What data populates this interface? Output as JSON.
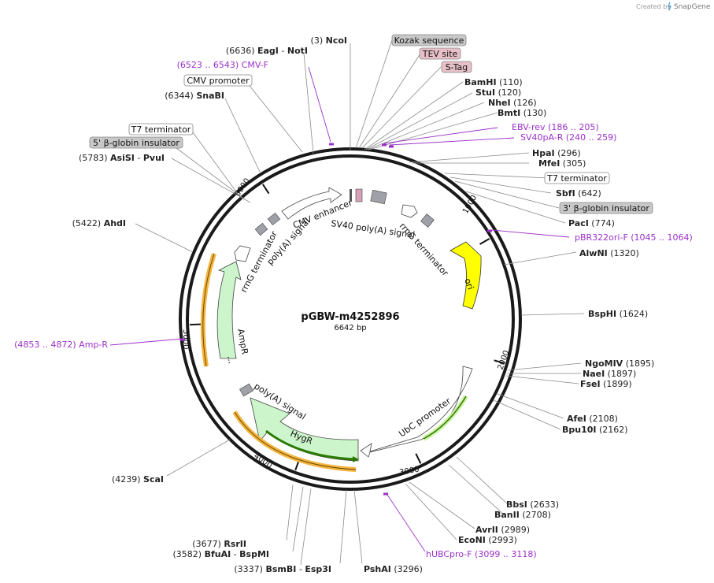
{
  "credit": {
    "prefix": "Created by",
    "brand": "SnapGene"
  },
  "plasmid": {
    "name": "pGBW-m4252896",
    "length": "6642 bp"
  },
  "ticks": [
    "1000",
    "2000",
    "3000",
    "4000",
    "5000",
    "6000"
  ],
  "sites_top": [
    {
      "pos": "(3)",
      "name": "NcoI"
    },
    {
      "pos": "(6636)",
      "name": "EagI",
      "name2": "NotI"
    },
    {
      "pos": "(6344)",
      "name": "SnaBI"
    },
    {
      "pos": "(5783)",
      "name": "AsiSI",
      "name2": "PvuI"
    },
    {
      "pos": "(5422)",
      "name": "AhdI"
    },
    {
      "pos": "(4239)",
      "name": "ScaI"
    }
  ],
  "sites_right": [
    {
      "name": "BamHI",
      "pos": "(110)"
    },
    {
      "name": "StuI",
      "pos": "(120)"
    },
    {
      "name": "NheI",
      "pos": "(126)"
    },
    {
      "name": "BmtI",
      "pos": "(130)"
    },
    {
      "name": "HpaI",
      "pos": "(296)"
    },
    {
      "name": "MfeI",
      "pos": "(305)"
    },
    {
      "name": "SbfI",
      "pos": "(642)"
    },
    {
      "name": "PacI",
      "pos": "(774)"
    },
    {
      "name": "AlwNI",
      "pos": "(1320)"
    },
    {
      "name": "BspHI",
      "pos": "(1624)"
    },
    {
      "name": "NgoMIV",
      "pos": "(1895)"
    },
    {
      "name": "NaeI",
      "pos": "(1897)"
    },
    {
      "name": "FseI",
      "pos": "(1899)"
    },
    {
      "name": "AfeI",
      "pos": "(2108)"
    },
    {
      "name": "Bpu10I",
      "pos": "(2162)"
    },
    {
      "name": "BbsI",
      "pos": "(2633)"
    },
    {
      "name": "BanII",
      "pos": "(2708)"
    },
    {
      "name": "AvrII",
      "pos": "(2989)"
    },
    {
      "name": "EcoNI",
      "pos": "(2993)"
    }
  ],
  "sites_bottom": [
    {
      "pos": "(3677)",
      "name": "RsrII"
    },
    {
      "pos": "(3582)",
      "name": "BfuAI",
      "name2": "BspMI"
    },
    {
      "pos": "(3337)",
      "name": "BsmBI",
      "name2": "Esp3I"
    },
    {
      "name": "PshAI",
      "pos": "(3296)"
    }
  ],
  "primers": [
    {
      "range": "(6523 .. 6543)",
      "name": "CMV-F"
    },
    {
      "name": "EBV-rev",
      "range": "(186 .. 205)"
    },
    {
      "name": "SV40pA-R",
      "range": "(240 .. 259)"
    },
    {
      "name": "pBR322ori-F",
      "range": "(1045 .. 1064)"
    },
    {
      "range": "(4853 .. 4872)",
      "name": "Amp-R"
    },
    {
      "name": "hUBCpro-F",
      "range": "(3099 .. 3118)"
    }
  ],
  "boxed_features": [
    {
      "text": "Kozak sequence",
      "fill": "#c8c8c8"
    },
    {
      "text": "TEV site",
      "fill": "#e8c0c8"
    },
    {
      "text": "S-Tag",
      "fill": "#e8c0c8"
    },
    {
      "text": "CMV promoter",
      "fill": "#ffffff"
    },
    {
      "text": "T7 terminator",
      "fill": "#ffffff"
    },
    {
      "text": "5' β-globin insulator",
      "fill": "#c8c8c8"
    },
    {
      "text": "T7 terminator",
      "fill": "#ffffff"
    },
    {
      "text": "3' β-globin insulator",
      "fill": "#c8c8c8"
    }
  ],
  "arc_labels": {
    "cmv_enhancer": "CMV enhancer",
    "sv40_polya": "SV40 poly(A) signal",
    "rrng_term_right": "rrnG terminator",
    "rrng_term_left": "rrnG terminator",
    "polya_left": "poly(A) signal",
    "ori": "ori",
    "ampr": "AmpR",
    "ampr_dots": "...",
    "ubc_promoter": "UbC promoter",
    "hygr": "HygR",
    "polya_bottom": "poly(A) signal"
  },
  "colors": {
    "primer": "#9b30c8",
    "ori": "#ffff00",
    "marker": "#ccf5cc",
    "orf": "#f5b540",
    "ring": "#1a1a1a"
  }
}
